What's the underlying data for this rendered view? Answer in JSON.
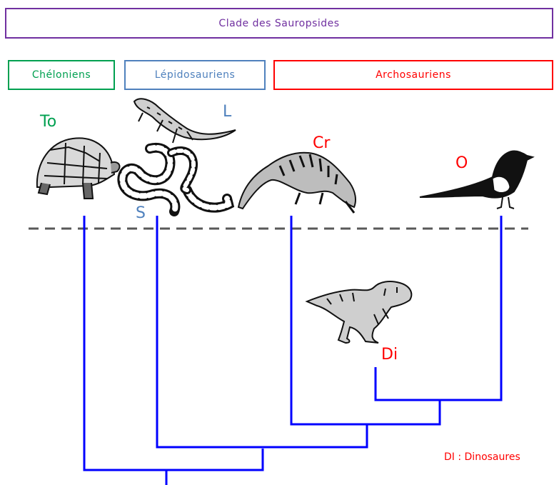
{
  "header": {
    "title": "Clade des Sauropsides",
    "color": "#7030a0"
  },
  "groups": [
    {
      "label": "Chéloniens",
      "color": "#00a050"
    },
    {
      "label": "Lépidosauriens",
      "color": "#4f81bd"
    },
    {
      "label": "Archosauriens",
      "color": "#ff0000"
    }
  ],
  "taxa": {
    "to": "To",
    "l": "L",
    "s": "S",
    "cr": "Cr",
    "o": "O",
    "di": "Di"
  },
  "legend": "DI : Dinosaures",
  "colors": {
    "tree": "#0000ff",
    "dashed": "#595959",
    "green": "#00a050",
    "blue": "#4f81bd",
    "red": "#ff0000"
  },
  "icons": [
    "turtle-icon",
    "lizard-icon",
    "snake-icon",
    "crocodile-icon",
    "magpie-icon",
    "dinosaur-icon"
  ]
}
